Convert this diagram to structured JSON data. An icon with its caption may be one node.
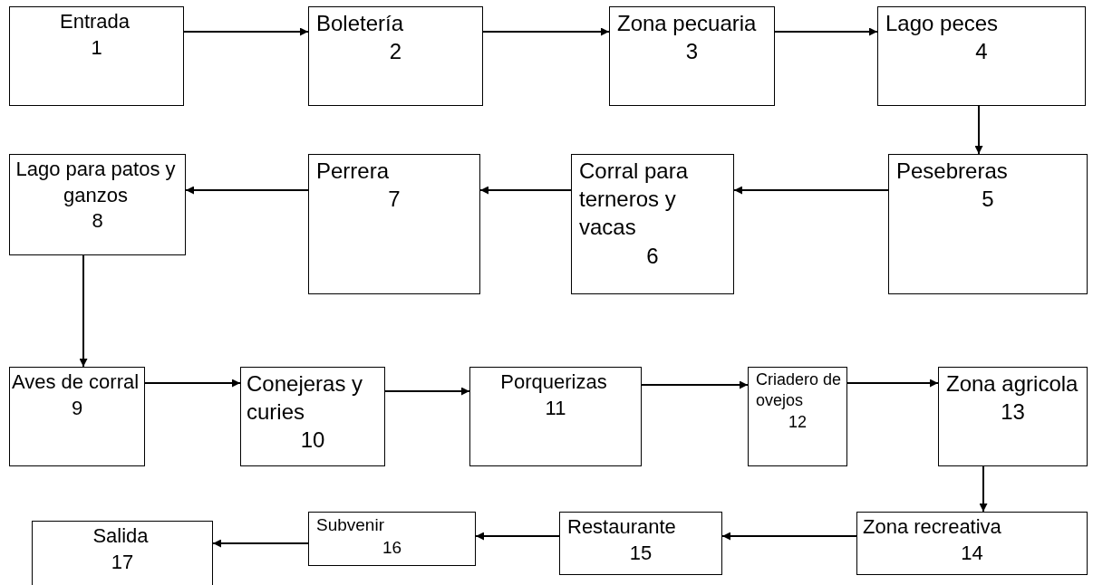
{
  "diagram": {
    "nodes": [
      {
        "text": [
          "Entrada",
          "1"
        ]
      },
      {
        "text": [
          "Boletería",
          "2"
        ]
      },
      {
        "text": [
          "Zona pecuaria",
          "3"
        ]
      },
      {
        "text": [
          "Lago peces",
          "4"
        ]
      },
      {
        "text": [
          "Pesebreras",
          "5"
        ]
      },
      {
        "text": [
          "Corral para terneros y vacas",
          "6"
        ]
      },
      {
        "text": [
          "Perrera",
          "7"
        ]
      },
      {
        "text": [
          "Lago para patos y ganzos",
          "8"
        ]
      },
      {
        "text": [
          "Aves de corral",
          "9"
        ]
      },
      {
        "text": [
          "Conejeras y curies",
          "10"
        ]
      },
      {
        "text": [
          "Porquerizas",
          "11"
        ]
      },
      {
        "text": [
          "Criadero de ovejos",
          "12"
        ]
      },
      {
        "text": [
          "Zona agricola",
          "13"
        ]
      },
      {
        "text": [
          "Zona recreativa",
          "14"
        ]
      },
      {
        "text": [
          "Restaurante",
          "15"
        ]
      },
      {
        "text": [
          "Subvenir",
          "16"
        ]
      },
      {
        "text": [
          "Salida",
          "17"
        ]
      }
    ],
    "edges": [
      {
        "from": 0,
        "to": 1,
        "arrow": "to"
      },
      {
        "from": 1,
        "to": 2,
        "arrow": "to"
      },
      {
        "from": 2,
        "to": 3,
        "arrow": "to"
      },
      {
        "from": 3,
        "to": 4,
        "arrow": "to"
      },
      {
        "from": 4,
        "to": 5,
        "arrow": "to"
      },
      {
        "from": 5,
        "to": 6,
        "arrow": "to"
      },
      {
        "from": 6,
        "to": 7,
        "arrow": "to"
      },
      {
        "from": 7,
        "to": 8,
        "arrow": "to"
      },
      {
        "from": 8,
        "to": 9,
        "arrow": "to"
      },
      {
        "from": 9,
        "to": 10,
        "arrow": "to"
      },
      {
        "from": 10,
        "to": 11,
        "arrow": "to"
      },
      {
        "from": 11,
        "to": 12,
        "arrow": "to"
      },
      {
        "from": 12,
        "to": 13,
        "arrow": "to"
      },
      {
        "from": 13,
        "to": 14,
        "arrow": "to"
      },
      {
        "from": 14,
        "to": 15,
        "arrow": "to"
      },
      {
        "from": 15,
        "to": 16,
        "arrow": "to"
      }
    ]
  }
}
